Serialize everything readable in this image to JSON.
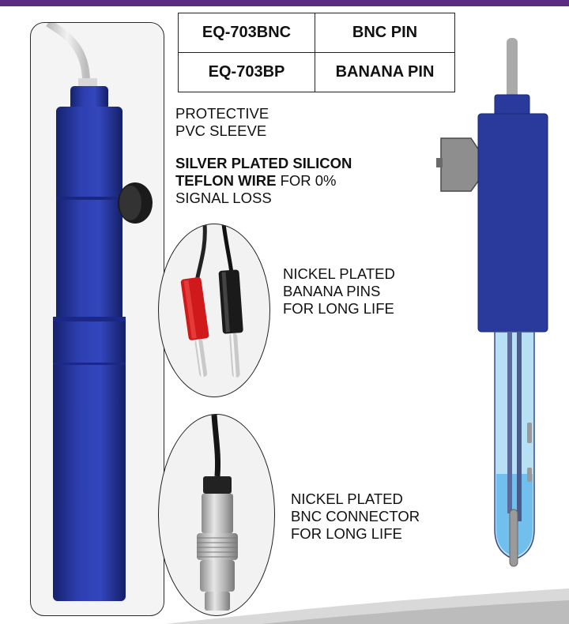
{
  "models": [
    {
      "code": "EQ-703BNC",
      "connector": "BNC PIN"
    },
    {
      "code": "EQ-703BP",
      "connector": "BANANA PIN"
    }
  ],
  "labels": {
    "sleeve_line1": "PROTECTIVE",
    "sleeve_line2": "PVC SLEEVE",
    "wire_bold_line1": "SILVER PLATED SILICON",
    "wire_bold_line2": "TEFLON WIRE",
    "wire_tail_line2": " FOR 0%",
    "wire_line3": "SIGNAL LOSS",
    "banana_line1": "NICKEL PLATED",
    "banana_line2": "BANANA PINS",
    "banana_line3": "FOR LONG LIFE",
    "bnc_line1": "NICKEL PLATED",
    "bnc_line2": "BNC CONNECTOR",
    "bnc_line3": "FOR LONG LIFE"
  },
  "colors": {
    "brand_purple": "#5b2d82",
    "probe_blue": "#2a3a9c",
    "glass_blue": "#a9d8f2",
    "red_pin": "#d0191b"
  }
}
